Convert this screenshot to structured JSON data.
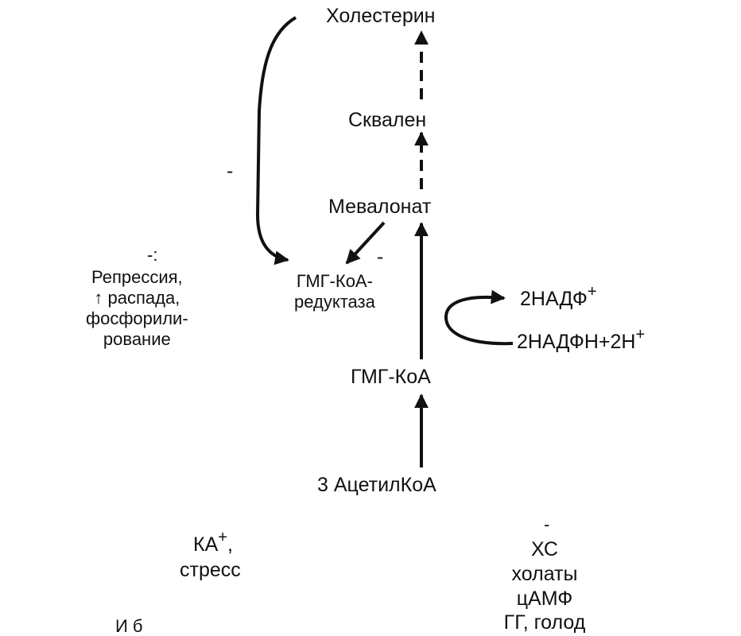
{
  "nodes": {
    "cholesterol": "Холестерин",
    "squalene": "Сквален",
    "mevalonate": "Мевалонат",
    "reductase_line1": "ГМГ-КоА-",
    "reductase_line2": "редуктаза",
    "hmg_coa": "ГМГ-КоА",
    "acetyl_coa": "3 АцетилКоА"
  },
  "cofactors": {
    "nadp": "2НАДФ",
    "nadp_charge": "+",
    "nadph": "2НАДФН+2Н",
    "nadph_charge": "+"
  },
  "signs": {
    "feedback_minus": "-",
    "mevalonate_minus": "-",
    "left_minus_colon": "-:",
    "bottom_right_minus": "-"
  },
  "inhibition_note": {
    "line1": "Репрессия,",
    "line2_arrow": "↑",
    "line2": "распада,",
    "line3": "фосфорили-",
    "line4": "рование"
  },
  "activators": {
    "ka": "КА",
    "ka_charge": "+",
    "ka_comma": ",",
    "stress": "стресс"
  },
  "inhibitors": {
    "items": [
      "ХС",
      "холаты",
      "цАМФ",
      "ГГ, голод"
    ]
  },
  "footer_fragment": "И б"
}
